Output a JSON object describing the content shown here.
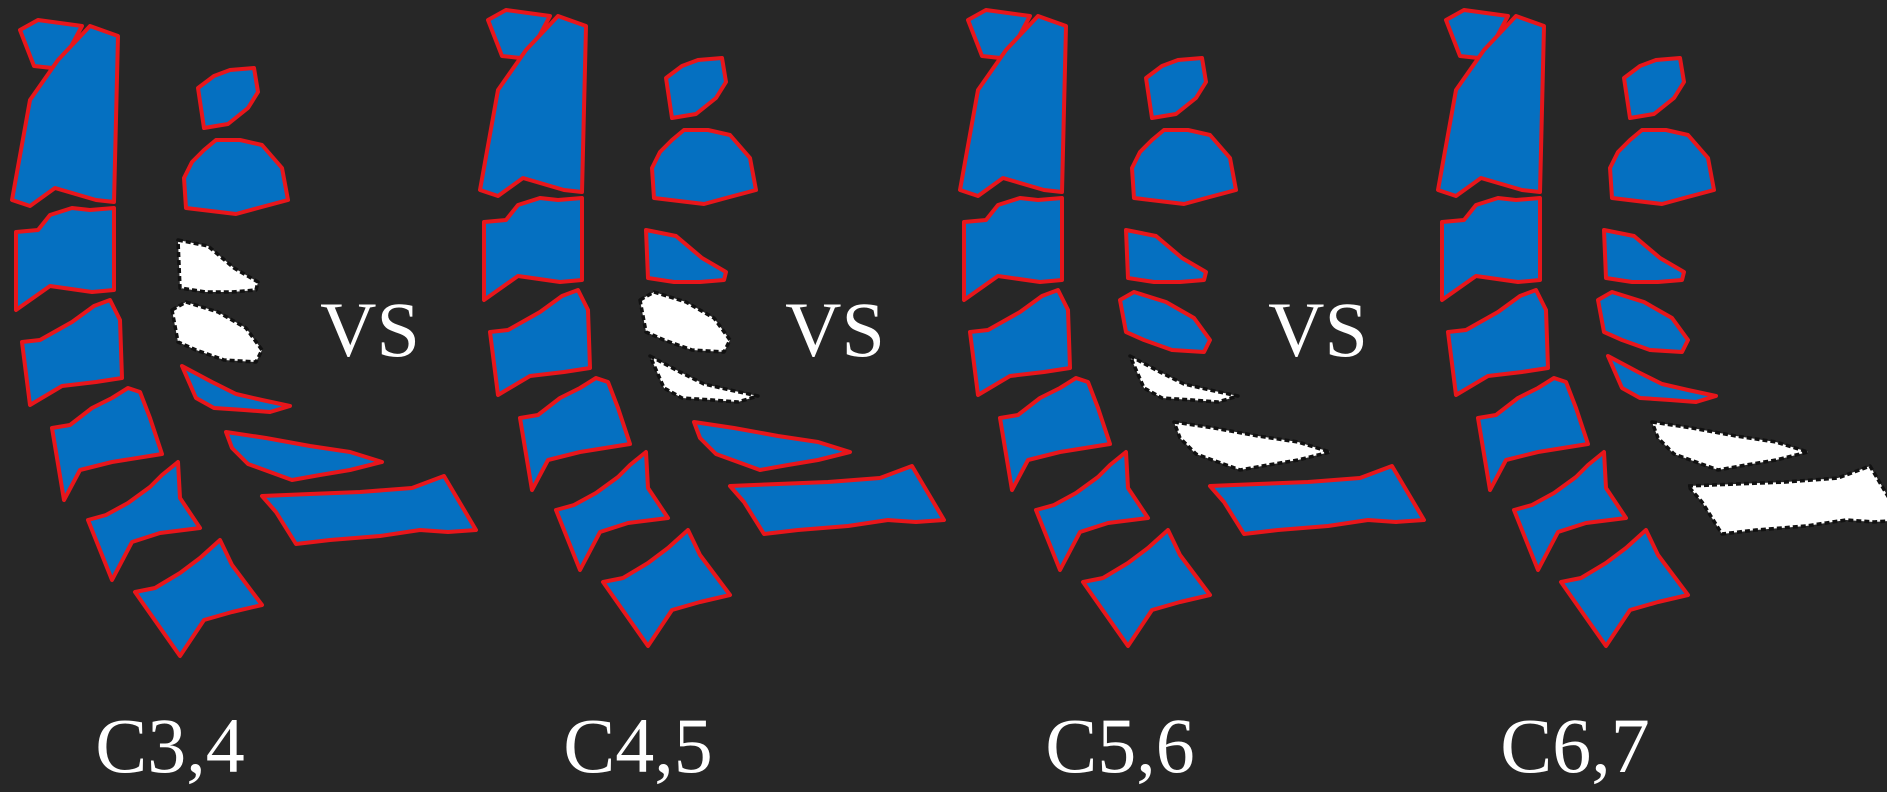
{
  "colors": {
    "background": "#272727",
    "vertebra_fill": "#0570c1",
    "vertebra_outline": "#e8161b",
    "highlight_fill": "#ffffff",
    "highlight_outline": "#111111",
    "text": "#ffffff"
  },
  "separator": "VS",
  "panels": [
    {
      "label": "C3,4",
      "highlighted": [
        3,
        4
      ]
    },
    {
      "label": "C4,5",
      "highlighted": [
        4,
        5
      ]
    },
    {
      "label": "C5,6",
      "highlighted": [
        5,
        6
      ]
    },
    {
      "label": "C6,7",
      "highlighted": [
        6,
        7
      ]
    }
  ]
}
